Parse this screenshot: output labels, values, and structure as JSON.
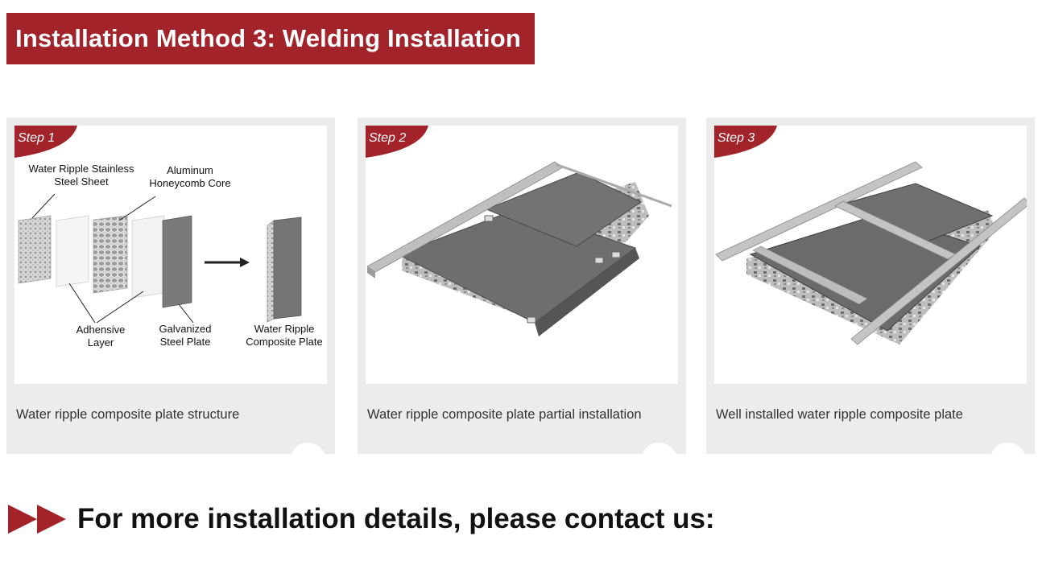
{
  "header": {
    "title": "Installation Method 3: Welding Installation"
  },
  "cards": [
    {
      "step": "Step 1",
      "caption": "Water ripple composite plate structure",
      "labels": {
        "stainless": "Water Ripple Stainless\nSteel Sheet",
        "honeycomb": "Aluminum\nHoneycomb Core",
        "adhesive": "Adhensive\nLayer",
        "galvanized": "Galvanized\nSteel Plate",
        "composite": "Water Ripple\nComposite Plate"
      }
    },
    {
      "step": "Step 2",
      "caption": "Water ripple composite plate partial installation"
    },
    {
      "step": "Step 3",
      "caption": "Well installed water ripple composite plate"
    }
  ],
  "cta": {
    "text": "For more installation details, please contact us:"
  },
  "colors": {
    "brand_red": "#a3232a",
    "card_bg": "#ececec"
  }
}
